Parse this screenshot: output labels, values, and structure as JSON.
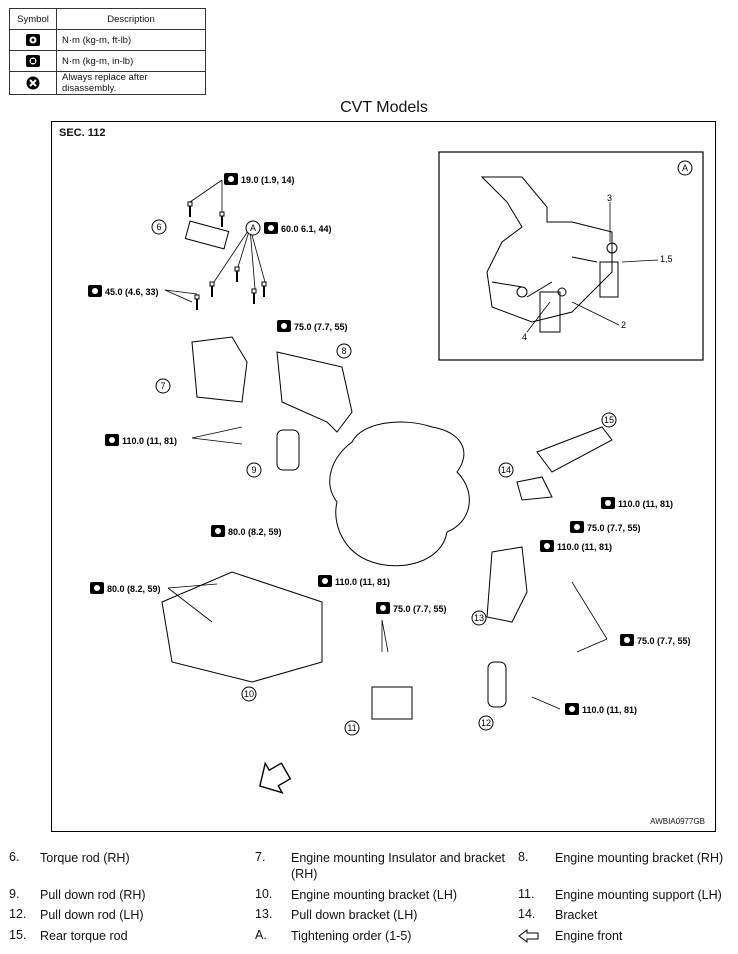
{
  "legend_table": {
    "header_symbol": "Symbol",
    "header_description": "Description",
    "rows": [
      {
        "icon": "torque-wrench-icon",
        "description": "N·m (kg-m, ft-lb)"
      },
      {
        "icon": "torque-wrench-small-icon",
        "description": "N·m (kg-m, in-lb)"
      },
      {
        "icon": "always-replace-icon",
        "description": "Always replace after disassembly."
      }
    ]
  },
  "title": "CVT Models",
  "figure": {
    "section": "SEC. 112",
    "code": "AWBIA0977GB",
    "detail_tag": "A",
    "torque_specs": [
      "19.0 (1.9, 14)",
      "60.0 6.1, 44)",
      "45.0 (4.6, 33)",
      "75.0 (7.7, 55)",
      "110.0 (11, 81)",
      "80.0 (8.2, 59)",
      "80.0 (8.2, 59)",
      "110.0 (11, 81)",
      "75.0 (7.7, 55)",
      "110.0 (11, 81)",
      "75.0 (7.7, 55)",
      "110.0 (11, 81)",
      "75.0 (7.7, 55)",
      "110.0 (11, 81)"
    ],
    "callouts": [
      "6",
      "7",
      "8",
      "9",
      "10",
      "11",
      "12",
      "13",
      "14",
      "15"
    ],
    "detail_numbers": [
      "3",
      "1,5",
      "2",
      "4"
    ]
  },
  "parts": [
    {
      "num": "6.",
      "label": "Torque rod (RH)"
    },
    {
      "num": "7.",
      "label": "Engine mounting Insulator and bracket (RH)"
    },
    {
      "num": "8.",
      "label": "Engine mounting bracket (RH)"
    },
    {
      "num": "9.",
      "label": "Pull down rod (RH)"
    },
    {
      "num": "10.",
      "label": "Engine mounting bracket (LH)"
    },
    {
      "num": "11.",
      "label": "Engine mounting support (LH)"
    },
    {
      "num": "12.",
      "label": "Pull down rod (LH)"
    },
    {
      "num": "13.",
      "label": "Pull down bracket (LH)"
    },
    {
      "num": "14.",
      "label": "Bracket"
    },
    {
      "num": "15.",
      "label": "Rear torque rod"
    },
    {
      "num": "A.",
      "label": "Tightening order (1-5)"
    },
    {
      "num": "",
      "label": "Engine front",
      "icon": "engine-front-arrow-icon"
    }
  ]
}
